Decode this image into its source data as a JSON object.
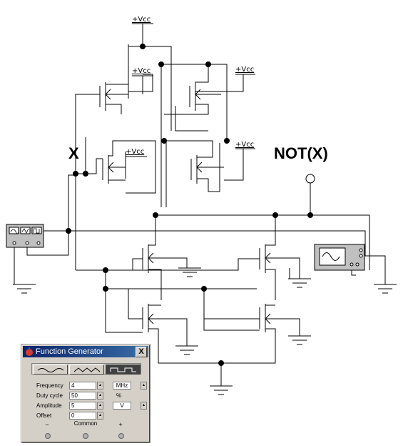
{
  "circuit": {
    "vcc_label": "+Vcc",
    "input_label": "X",
    "output_label": "NOT(X)"
  },
  "function_generator": {
    "title": "Function Generator",
    "close_label": "X",
    "waveform_selected": "square",
    "fields": [
      {
        "label": "Frequency",
        "value": "4",
        "unit": "MHz"
      },
      {
        "label": "Duty cycle",
        "value": "50",
        "unit": "%"
      },
      {
        "label": "Amplitude",
        "value": "5",
        "unit": "V"
      },
      {
        "label": "Offset",
        "value": "0",
        "unit": ""
      }
    ],
    "terminals": {
      "negative": "−",
      "common": "Common",
      "positive": "+"
    }
  }
}
